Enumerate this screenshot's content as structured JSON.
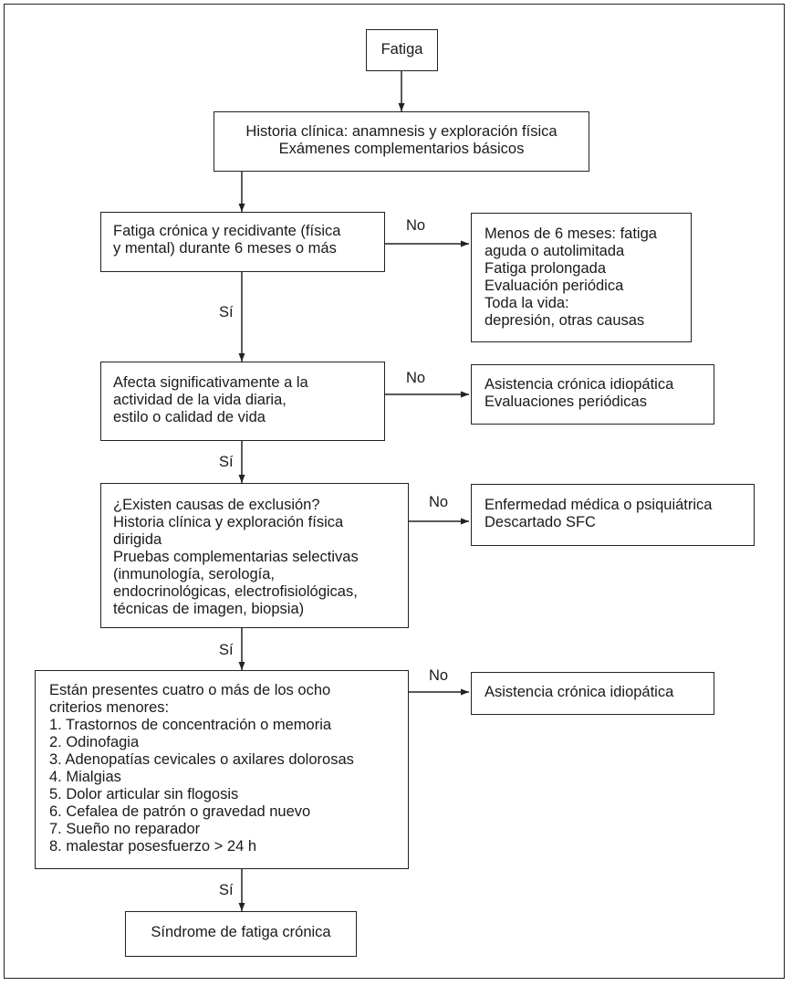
{
  "boxes": {
    "fatiga": [
      "Fatiga"
    ],
    "historia": [
      "Historia clínica: anamnesis y exploración física",
      "Exámenes complementarios básicos"
    ],
    "cronica": [
      "Fatiga crónica y recidivante (física",
      "y mental) durante 6 meses o más"
    ],
    "menos6": [
      "Menos de 6 meses: fatiga",
      "aguda o autolimitada",
      "Fatiga prolongada",
      "Evaluación periódica",
      "Toda la vida:",
      "depresión, otras causas"
    ],
    "afecta": [
      "Afecta significativamente a la",
      "actividad de la vida diaria,",
      "estilo o calidad de vida"
    ],
    "asistencia1": [
      "Asistencia crónica idiopática",
      "Evaluaciones periódicas"
    ],
    "exclusion": [
      "¿Existen causas de exclusión?",
      "Historia clínica y exploración física",
      "dirigida",
      "Pruebas complementarias selectivas",
      "(inmunología, serología,",
      "endocrinológicas, electrofisiológicas,",
      "técnicas de imagen, biopsia)"
    ],
    "enfermedad": [
      "Enfermedad médica o psiquiátrica",
      "Descartado SFC"
    ],
    "criterios": [
      "Están presentes cuatro o más de los ocho",
      "criterios menores:",
      "1. Trastornos de concentración o memoria",
      "2. Odinofagia",
      "3. Adenopatías cevicales o axilares dolorosas",
      "4. Mialgias",
      "5. Dolor articular sin flogosis",
      "6. Cefalea de patrón o gravedad nuevo",
      "7. Sueño no reparador",
      "8. malestar posesfuerzo > 24 h"
    ],
    "asistencia2": [
      "Asistencia crónica idiopática"
    ],
    "sindrome": [
      "Síndrome de fatiga crónica"
    ]
  },
  "labels": {
    "no": "No",
    "si": "Sí"
  }
}
